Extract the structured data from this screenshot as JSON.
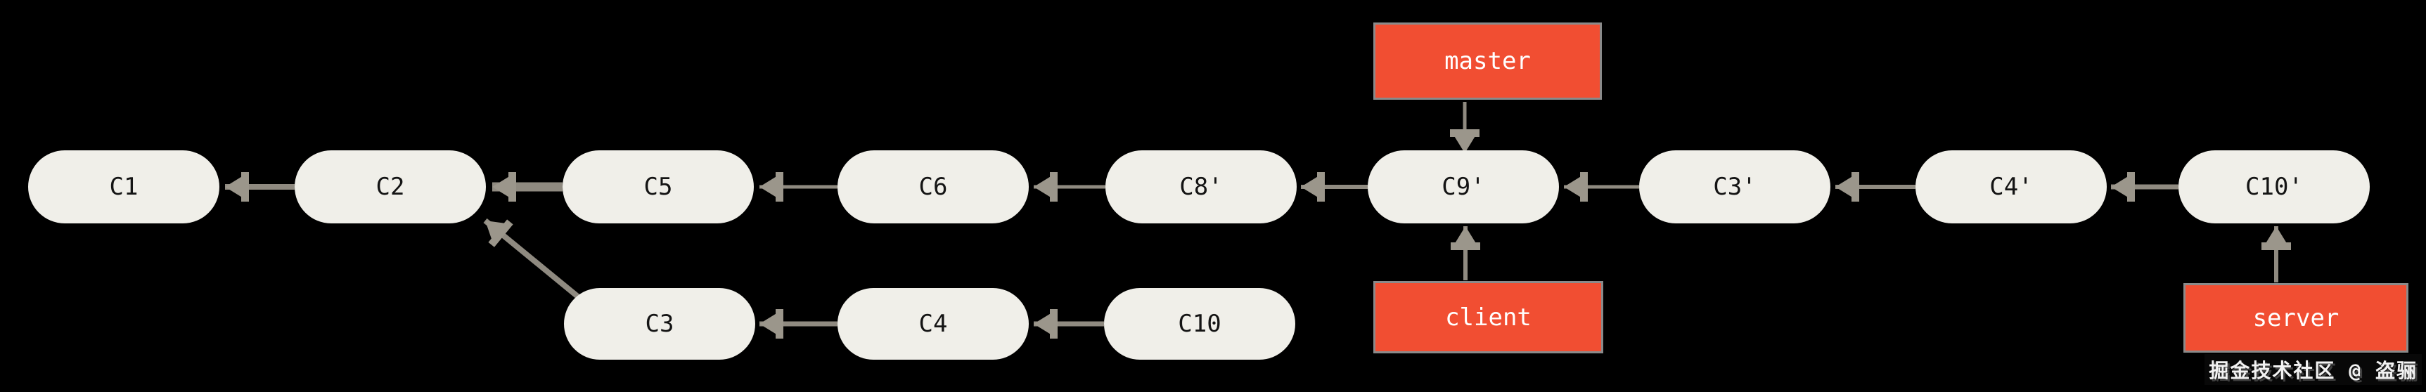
{
  "colors": {
    "background": "#000000",
    "node-fill": "#f0efe9",
    "node-text": "#141414",
    "branch-fill": "#f14e32",
    "branch-text": "#ffffff",
    "branch-border": "#8a8a8a",
    "arrow": "#8f8a80",
    "arrow-head": "#9b968b",
    "watermark-text": "#f2f2f2"
  },
  "commits": [
    {
      "id": "c1",
      "label": "C1"
    },
    {
      "id": "c2",
      "label": "C2"
    },
    {
      "id": "c5",
      "label": "C5"
    },
    {
      "id": "c6",
      "label": "C6"
    },
    {
      "id": "c8p",
      "label": "C8'"
    },
    {
      "id": "c9p",
      "label": "C9'"
    },
    {
      "id": "c3p",
      "label": "C3'"
    },
    {
      "id": "c4p",
      "label": "C4'"
    },
    {
      "id": "c10p",
      "label": "C10'"
    },
    {
      "id": "c3",
      "label": "C3"
    },
    {
      "id": "c4",
      "label": "C4"
    },
    {
      "id": "c10",
      "label": "C10"
    }
  ],
  "branches": [
    {
      "id": "master",
      "label": "master"
    },
    {
      "id": "client",
      "label": "client"
    },
    {
      "id": "server",
      "label": "server"
    }
  ],
  "watermark": "掘金技术社区 @ 盗骊"
}
